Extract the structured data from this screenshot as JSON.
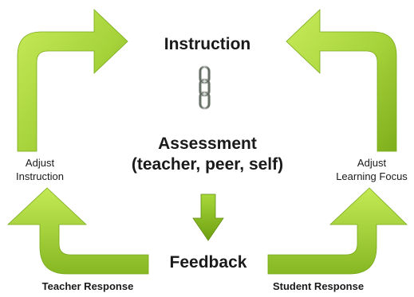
{
  "diagram": {
    "instruction": "Instruction",
    "assessment_line1": "Assessment",
    "assessment_line2": "(teacher, peer, self)",
    "feedback": "Feedback",
    "adjust_instruction_line1": "Adjust",
    "adjust_instruction_line2": "Instruction",
    "adjust_focus_line1": "Adjust",
    "adjust_focus_line2": "Learning Focus",
    "teacher_response": "Teacher Response",
    "student_response": "Student Response"
  },
  "colors": {
    "arrow_light": "#b7e14a",
    "arrow_dark": "#6f9e12",
    "chain": "#9aa39a"
  },
  "icons": {
    "chain": "chain-link-icon",
    "down_arrow": "down-arrow-icon"
  }
}
